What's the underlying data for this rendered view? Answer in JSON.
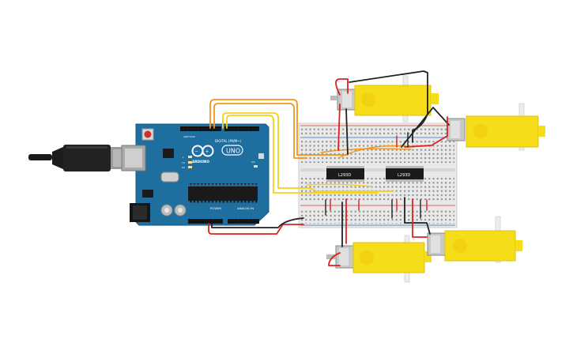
{
  "arduino": {
    "uno_label": "UNO",
    "brand_label": "ARDUINO",
    "digital_label": "DIGITAL (PWM~)",
    "power_label": "POWER",
    "analog_label": "ANALOG IN",
    "aref_label": "AREF",
    "gnd_label": "GND",
    "tx_label": "TX",
    "rx_label": "RX",
    "l_label": "L",
    "on_label": "ON"
  },
  "driver_chips": [
    {
      "label": "L293D"
    },
    {
      "label": "L293D"
    }
  ],
  "colors": {
    "board": "#1f6ea0",
    "breadboard": "#e9e9e9",
    "motor_body": "#f5dd1a",
    "wire_orange": "#f0961e",
    "wire_yellow": "#f2d21c",
    "wire_red": "#e02020",
    "wire_black": "#222222"
  }
}
